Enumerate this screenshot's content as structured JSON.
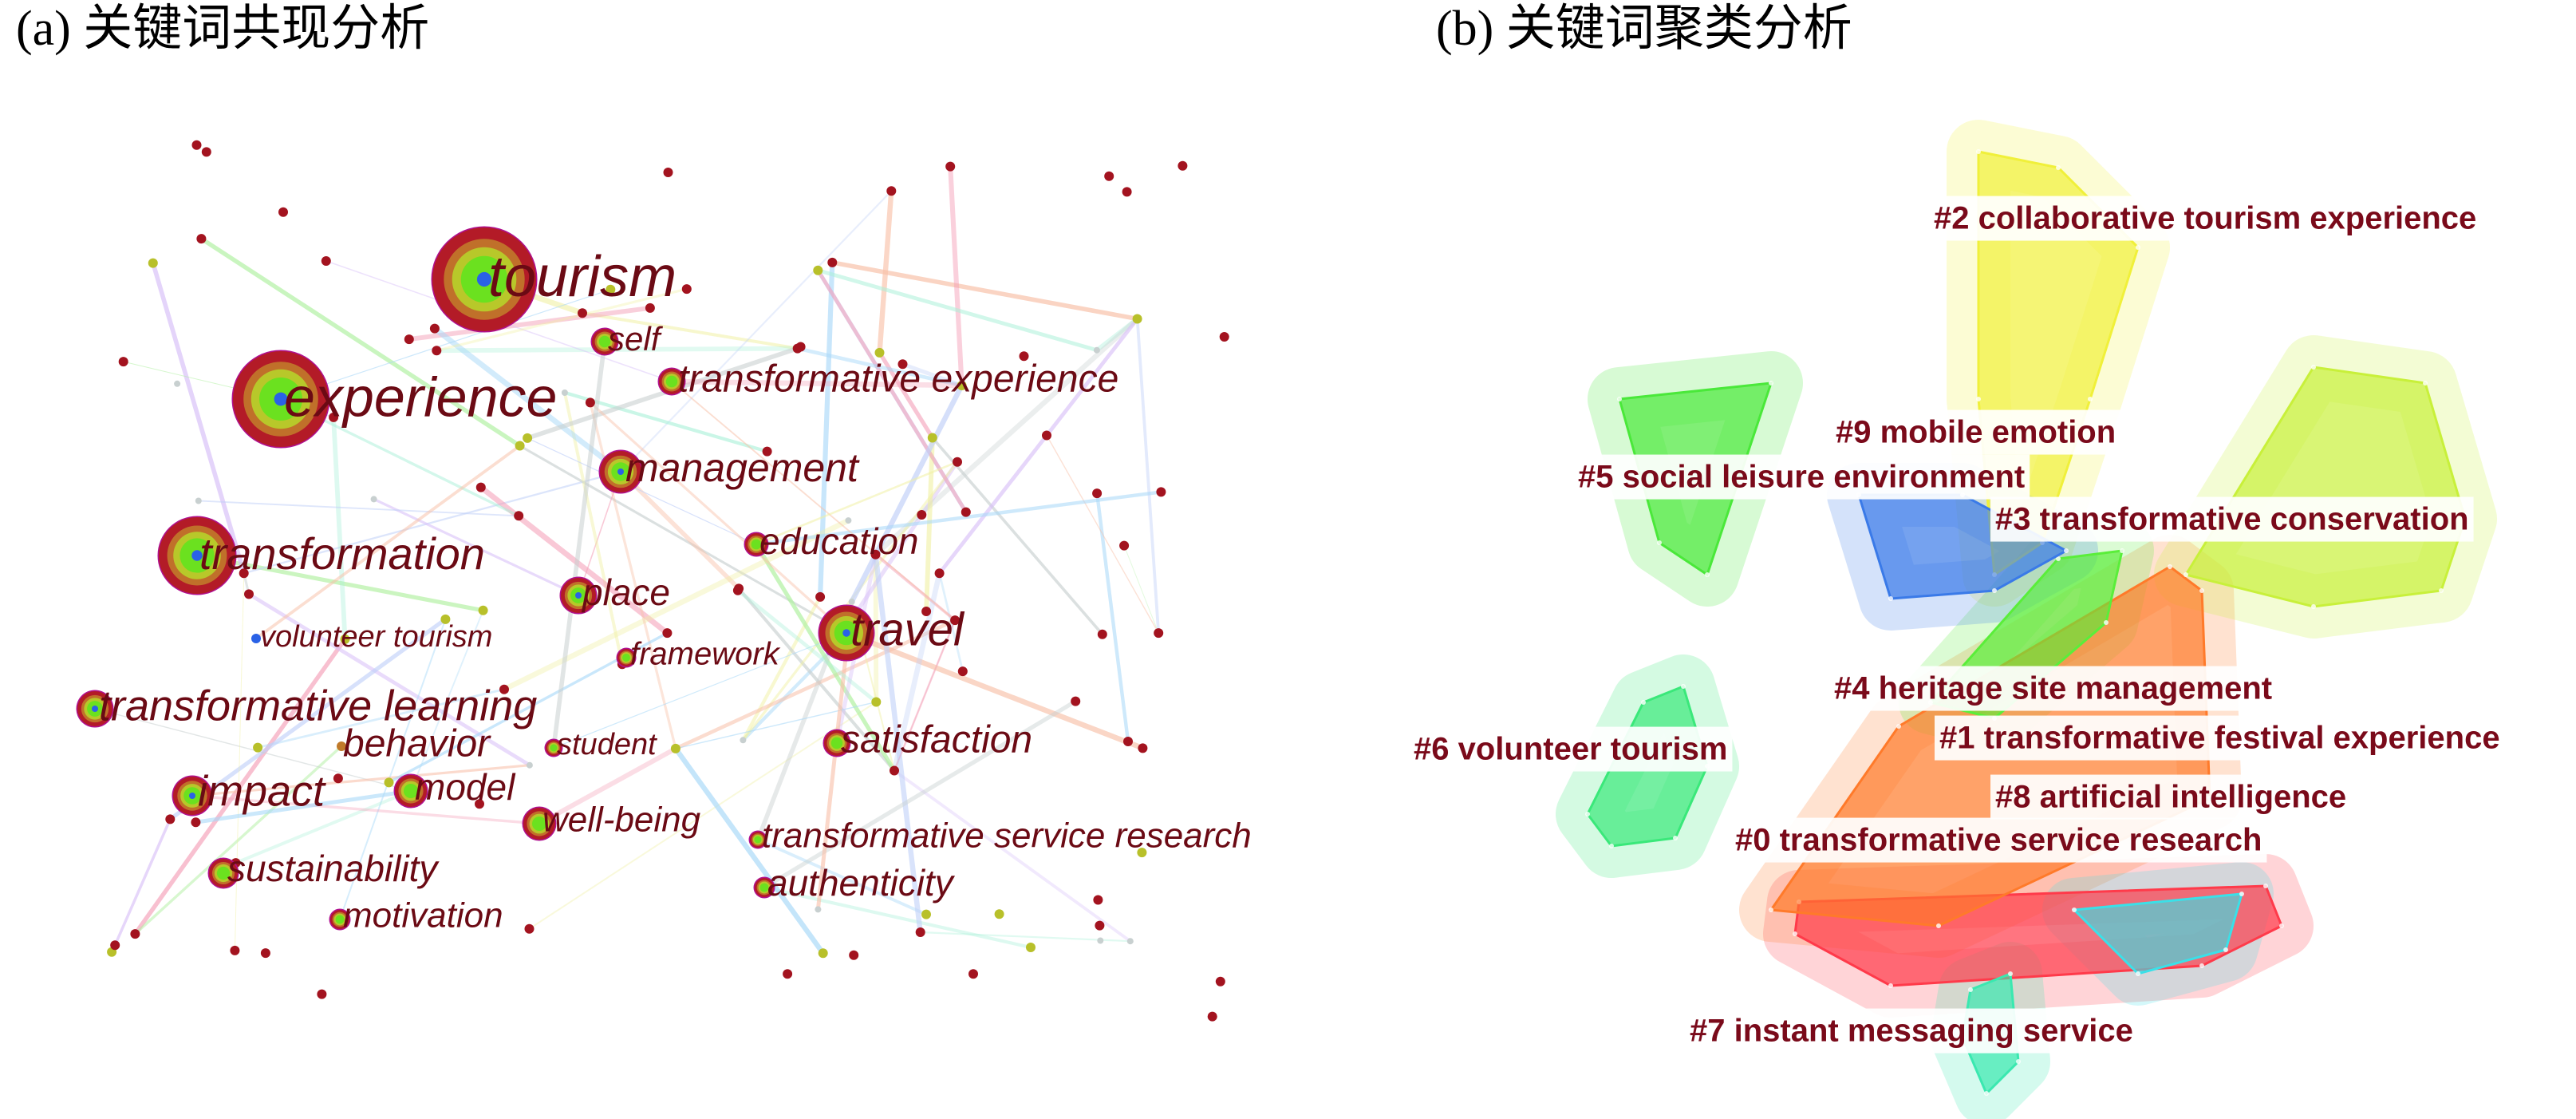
{
  "panels": {
    "a": {
      "title": "(a) 关键词共现分析",
      "keywords": [
        {
          "label": "tourism",
          "size": "xl"
        },
        {
          "label": "experience",
          "size": "xl"
        },
        {
          "label": "transformation",
          "size": "l"
        },
        {
          "label": "self",
          "size": "s"
        },
        {
          "label": "transformative experience",
          "size": "m"
        },
        {
          "label": "management",
          "size": "m"
        },
        {
          "label": "education",
          "size": "s"
        },
        {
          "label": "place",
          "size": "s"
        },
        {
          "label": "volunteer tourism",
          "size": "xs"
        },
        {
          "label": "framework",
          "size": "xs"
        },
        {
          "label": "travel",
          "size": "l"
        },
        {
          "label": "transformative learning",
          "size": "m"
        },
        {
          "label": "behavior",
          "size": "m"
        },
        {
          "label": "student",
          "size": "xs"
        },
        {
          "label": "satisfaction",
          "size": "m"
        },
        {
          "label": "impact",
          "size": "m"
        },
        {
          "label": "model",
          "size": "s"
        },
        {
          "label": "well-being",
          "size": "s"
        },
        {
          "label": "transformative service research",
          "size": "s"
        },
        {
          "label": "sustainability",
          "size": "s"
        },
        {
          "label": "authenticity",
          "size": "s"
        },
        {
          "label": "motivation",
          "size": "s"
        }
      ],
      "ring_colors": [
        "#b31b27",
        "#c0702a",
        "#b8c82a",
        "#6be11f",
        "#2a62e6"
      ],
      "label_color": "#6b0a14"
    },
    "b": {
      "title": "(b) 关键词聚类分析",
      "clusters": [
        {
          "id": "#0",
          "label": "#0 transformative service research",
          "color": "#ff3a4a"
        },
        {
          "id": "#1",
          "label": "#1 transformative festival experience",
          "color": "#ff7a2a"
        },
        {
          "id": "#2",
          "label": "#2 collaborative tourism experience",
          "color": "#f0f03a"
        },
        {
          "id": "#3",
          "label": "#3 transformative conservation",
          "color": "#c8f03a"
        },
        {
          "id": "#4",
          "label": "#4 heritage site management",
          "color": "#5aee3a"
        },
        {
          "id": "#5",
          "label": "#5 social leisure environment",
          "color": "#4ae83a"
        },
        {
          "id": "#6",
          "label": "#6 volunteer tourism",
          "color": "#3ae87a"
        },
        {
          "id": "#7",
          "label": "#7 instant messaging service",
          "color": "#3ae8b0"
        },
        {
          "id": "#8",
          "label": "#8 artificial intelligence",
          "color": "#3ae0e8"
        },
        {
          "id": "#9",
          "label": "#9 mobile emotion",
          "color": "#3a7ae8"
        }
      ],
      "label_color": "#7a0a1a"
    }
  }
}
